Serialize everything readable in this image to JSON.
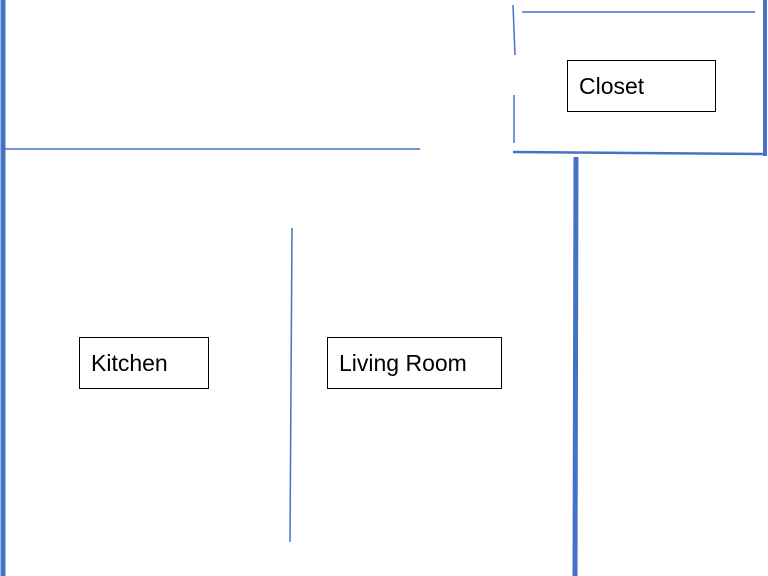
{
  "rooms": {
    "kitchen": {
      "label": "Kitchen"
    },
    "living_room": {
      "label": "Living Room"
    },
    "closet": {
      "label": "Closet"
    }
  },
  "colors": {
    "wall": "#4472c4",
    "label_border": "#000000",
    "label_text": "#000000",
    "background": "#ffffff"
  }
}
